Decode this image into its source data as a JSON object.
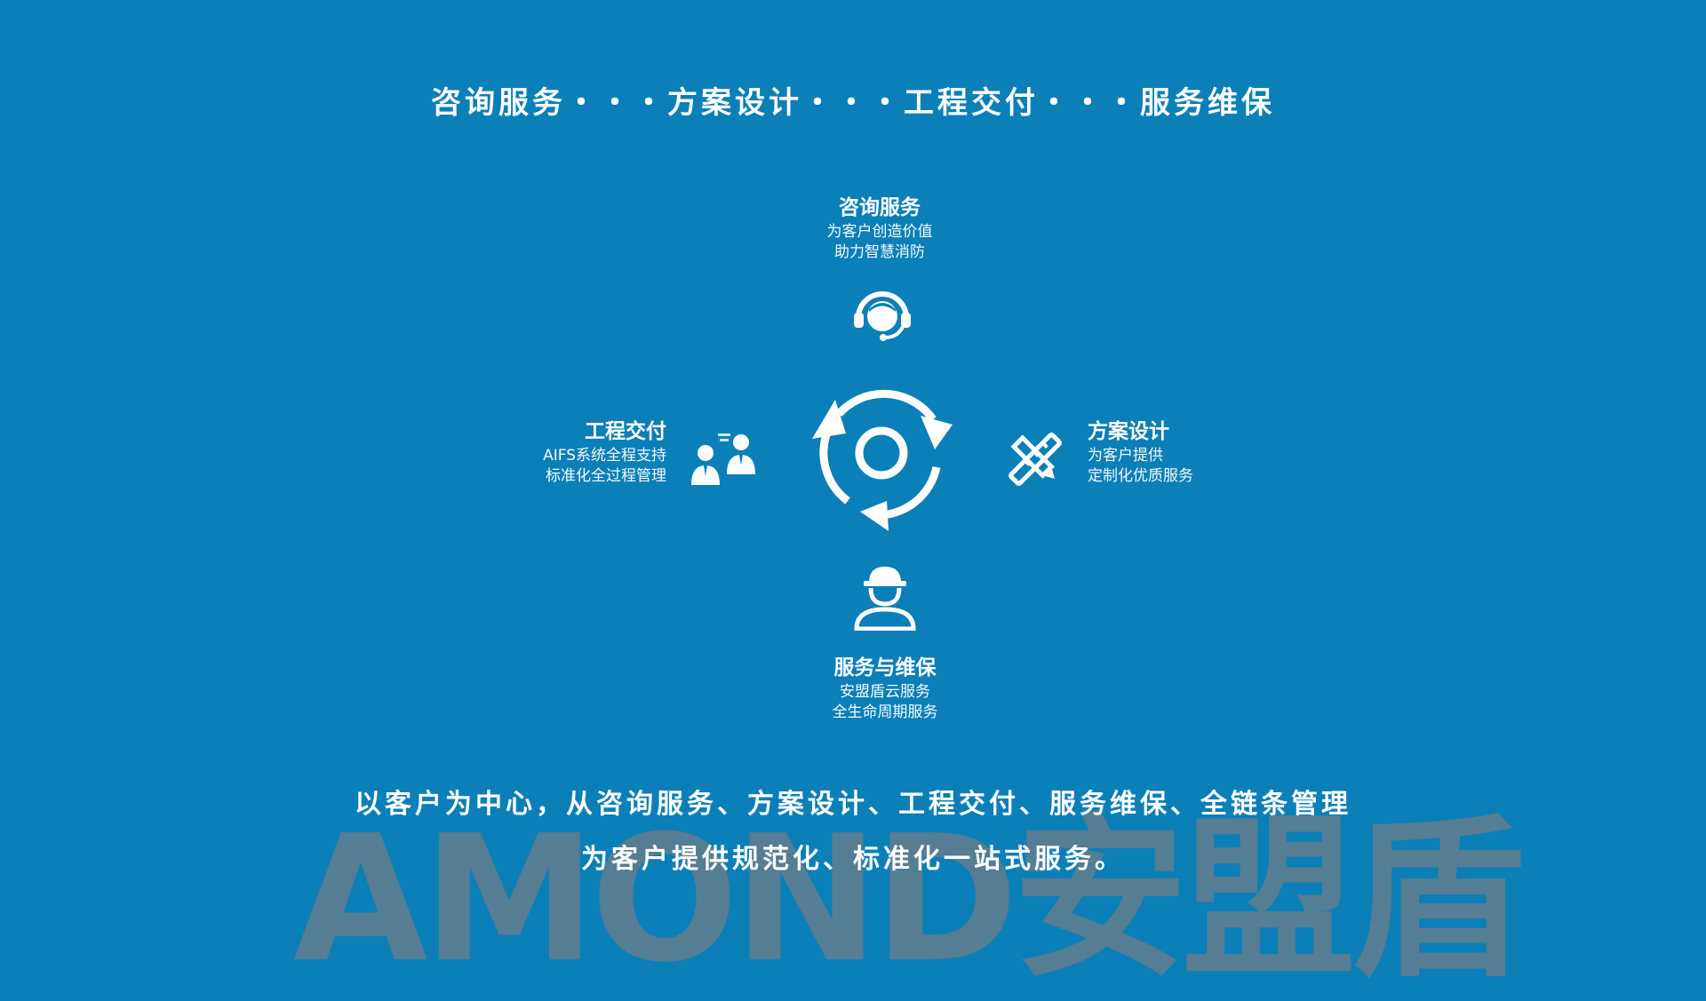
{
  "headline": "咨询服务・・・方案设计・・・工程交付・・・服务维保",
  "steps": {
    "consult": {
      "title": "咨询服务",
      "lines": [
        "为客户创造价值",
        "助力智慧消防"
      ],
      "icon": "headset-icon"
    },
    "design": {
      "title": "方案设计",
      "lines": [
        "为客户提供",
        "定制化优质服务"
      ],
      "icon": "pencil-ruler-icon"
    },
    "delivery": {
      "title": "工程交付",
      "lines": [
        "AIFS系统全程支持",
        "标准化全过程管理"
      ],
      "icon": "team-meeting-icon"
    },
    "maintenance": {
      "title": "服务与维保",
      "lines": [
        "安盟盾云服务",
        "全生命周期服务"
      ],
      "icon": "worker-helmet-icon"
    }
  },
  "center_icon": "cycle-arrows-icon",
  "slogan": {
    "line1": "以客户为中心，从咨询服务、方案设计、工程交付、服务维保、全链条管理",
    "line2": "为客户提供规范化、标准化一站式服务。"
  },
  "watermark": "AMOND安盟盾",
  "colors": {
    "background": "#0b7fb8",
    "text": "#ffffff",
    "watermark": "#557d93"
  }
}
